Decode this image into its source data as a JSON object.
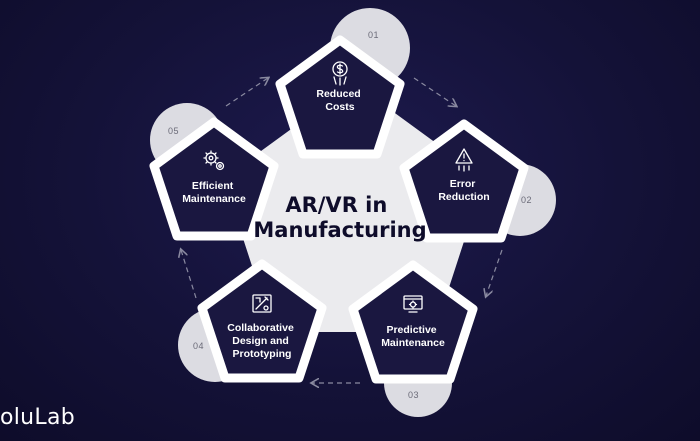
{
  "title": "AR/VR in Manufacturing",
  "title_lines": [
    "AR/VR in",
    "Manufacturing"
  ],
  "brand": "oluLab",
  "colors": {
    "background": "#141238",
    "node_fill": "#1a1740",
    "node_border": "#ffffff",
    "center_fill": "#ebebee",
    "circle_fill": "#dcdce2",
    "arrow": "#8a8aa0",
    "number_text": "#6b6b78",
    "title_text": "#0e0c2a"
  },
  "nodes": [
    {
      "id": "01",
      "number": "01",
      "lines": [
        "Reduced",
        "Costs"
      ],
      "icon": "money-hand-icon"
    },
    {
      "id": "02",
      "number": "02",
      "lines": [
        "Error",
        "Reduction"
      ],
      "icon": "warning-icon"
    },
    {
      "id": "03",
      "number": "03",
      "lines": [
        "Predictive",
        "Maintenance"
      ],
      "icon": "monitor-gear-icon"
    },
    {
      "id": "04",
      "number": "04",
      "lines": [
        "Collaborative",
        "Design and",
        "Prototyping"
      ],
      "icon": "design-tools-icon"
    },
    {
      "id": "05",
      "number": "05",
      "lines": [
        "Efficient",
        "Maintenance"
      ],
      "icon": "gears-icon"
    }
  ]
}
